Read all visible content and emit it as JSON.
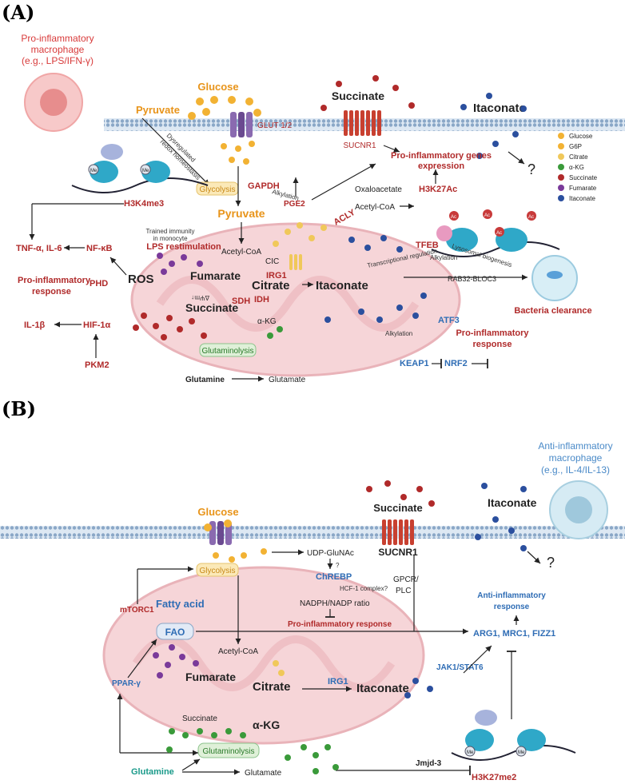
{
  "panel_a": {
    "label": "(A)",
    "macrophage": [
      "Pro-inflammatory",
      "macrophage",
      "(e.g., LPS/IFN-γ)"
    ],
    "glucose": "Glucose",
    "glut": "GLUT 1/2",
    "pyruvate_top": "Pyruvate",
    "succinate_top": "Succinate",
    "sucnr1": "SUCNR1",
    "itaconate_top": "Itaconate",
    "question": "?",
    "dysregulated": [
      "Dysregulated",
      "redox homeostasis"
    ],
    "glycolysis": "Glycolysis",
    "gapdh": "GAPDH",
    "alkylation1": "Alkylation",
    "pge2": "PGE2",
    "pro_genes": [
      "Pro-inflammatory genes",
      "expression"
    ],
    "acly": "ACLY",
    "oxaloacetate": "Oxaloacetate",
    "acetyl_coa_out": "Acetyl-CoA",
    "h3k27ac": "H3K27Ac",
    "h3k4me3": "H3K4me3",
    "trained": [
      "Trained immunity",
      "in monocyte"
    ],
    "lps_restim": "LPS restimulation",
    "pyruvate_mid": "Pyruvate",
    "acetyl_coa": "Acetyl-CoA",
    "cic": "CIC",
    "tnf": "TNF-α, IL-6",
    "nfkb": "NF-κB",
    "ros": "ROS",
    "fumarate": "Fumarate",
    "citrate": "Citrate",
    "itaconate_mid": "Itaconate",
    "irg1": "IRG1",
    "tfeb": "TFEB",
    "transcriptional": "Transcriptional regulation",
    "alkylation2": "Alkylation",
    "lysosomal": "Lysosomal biogenesis",
    "rab32": "RAB32-BLOC3",
    "bacteria": "Bacteria clearance",
    "pro_resp": [
      "Pro-inflammatory",
      "response"
    ],
    "phd": "PHD",
    "delta_psi": "ΔΨm↑",
    "sdh": "SDH",
    "idh": "IDH",
    "succinate_mid": "Succinate",
    "akg": "α-KG",
    "il1b": "IL-1β",
    "hif": "HIF-1α",
    "atf3": "ATF3",
    "alkylation3": "Alkylation",
    "pro_resp2": [
      "Pro-inflammatory",
      "response"
    ],
    "keap1": "KEAP1",
    "nrf2": "NRF2",
    "pkm2": "PKM2",
    "glutaminolysis": "Glutaminolysis",
    "glutamine": "Glutamine",
    "glutamate": "Glutamate",
    "me": "Me",
    "ac": "Ac"
  },
  "legend": {
    "items": [
      {
        "label": "Glucose",
        "color": "#f2b233"
      },
      {
        "label": "G6P",
        "color": "#f2b233"
      },
      {
        "label": "Citrate",
        "color": "#f0c85a"
      },
      {
        "label": "α-KG",
        "color": "#3a9a3a"
      },
      {
        "label": "Succinate",
        "color": "#b02a2a"
      },
      {
        "label": "Fumarate",
        "color": "#7a3a9a"
      },
      {
        "label": "Itaconate",
        "color": "#2b4f9e"
      }
    ]
  },
  "panel_b": {
    "label": "(B)",
    "macrophage": [
      "Anti-inflammatory",
      "macrophage",
      "(e.g., IL-4/IL-13)"
    ],
    "glucose": "Glucose",
    "succinate": "Succinate",
    "sucnr1": "SUCNR1",
    "itaconate": "Itaconate",
    "question": "?",
    "udp": "UDP-GluNAc",
    "q2": "?",
    "chrebp": "ChREBP",
    "hcf": "HCF-1 complex?",
    "nadph": "NADPH/NADP ratio",
    "pro_resp": "Pro-inflammatory response",
    "gpcr": [
      "GPCR/",
      "PLC"
    ],
    "anti_resp": [
      "Anti-inflammatory",
      "response"
    ],
    "arg1": "ARG1, MRC1, FIZZ1",
    "jak": "JAK1/STAT6",
    "glycolysis": "Glycolysis",
    "fatty_acid": "Fatty acid",
    "mtorc1": "mTORC1",
    "fao": "FAO",
    "acetyl_coa": "Acetyl-CoA",
    "pparg": "PPAR-γ",
    "fumarate": "Fumarate",
    "citrate": "Citrate",
    "irg1": "IRG1",
    "itaconate_mid": "Itaconate",
    "succinate_mid": "Succinate",
    "akg": "α-KG",
    "glutaminolysis": "Glutaminolysis",
    "glutamine": "Glutamine",
    "glutamate": "Glutamate",
    "jmjd3": "Jmjd-3",
    "h3k27me2": "H3K27me2",
    "me": "Me"
  }
}
